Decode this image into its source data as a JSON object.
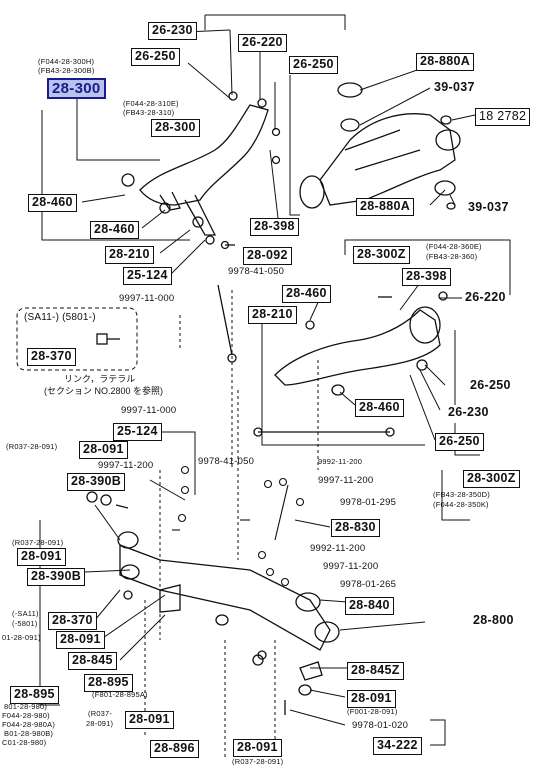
{
  "labels": {
    "l_26_230a": "26-230",
    "l_26_220a": "26-220",
    "l_26_250a": "26-250",
    "l_26_250b": "26-250",
    "l_28_300_main": "28-300",
    "l_28_300": "28-300",
    "l_28_880a_top": "28-880A",
    "l_39_037_top": "39-037",
    "l_18_2782": "18 2782",
    "l_28_460a": "28-460",
    "l_28_460b": "28-460",
    "l_28_210a": "28-210",
    "l_28_398a": "28-398",
    "l_28_880a_bot": "28-880A",
    "l_39_037_bot": "39-037",
    "l_25_124a": "25-124",
    "l_28_092": "28-092",
    "l_28_300z_top": "28-300Z",
    "l_28_398b": "28-398",
    "l_28_460c": "28-460",
    "l_26_220b": "26-220",
    "l_28_210b": "28-210",
    "l_28_370a": "28-370",
    "l_26_250c": "26-250",
    "l_28_460d": "28-460",
    "l_26_230b": "26-230",
    "l_26_250d": "26-250",
    "l_25_124b": "25-124",
    "l_28_091a": "28-091",
    "l_28_390b_a": "28-390B",
    "l_28_300z_bot": "28-300Z",
    "l_28_091b": "28-091",
    "l_28_830": "28-830",
    "l_28_390b_b": "28-390B",
    "l_28_370b": "28-370",
    "l_28_091c": "28-091",
    "l_28_840": "28-840",
    "l_28_800": "28-800",
    "l_28_845": "28-845",
    "l_28_895a": "28-895",
    "l_28_895b": "28-895",
    "l_28_845z": "28-845Z",
    "l_28_091d": "28-091",
    "l_28_091e": "28-091",
    "l_28_896": "28-896",
    "l_28_091f": "28-091",
    "l_34_222": "34-222"
  },
  "texts": {
    "t_f044_300h": "(F044-28-300H)",
    "t_fb43_300b": "(FB43-28-300B)",
    "t_f044_310e": "(F044-28-310E)",
    "t_fb43_310": "(FB43-28-310)",
    "t_9978_41_050a": "9978-41-050",
    "t_9997_11_000a": "9997-11-000",
    "t_f044_360e": "(F044-28-360E)",
    "t_fb43_360": "(FB43-28-360)",
    "t_sa11_5801": "(SA11-) (5801-)",
    "t_link_note1": "リンク，ラテラル",
    "t_link_note2": "(セクション NO.2800 を参照)",
    "t_9997_11_000b": "9997-11-000",
    "t_r037_091a": "(R037-28-091)",
    "t_9997_11_200a": "9997-11-200",
    "t_9978_41_050b": "9978-41-050",
    "t_9992_11_200a": "9992-11-200",
    "t_9997_11_200b": "9997-11-200",
    "t_9978_01_295": "9978-01-295",
    "t_fb43_350d": "(FB43-28-350D)",
    "t_f044_350k": "(F044-28-350K)",
    "t_r037_091b": "(R037-28-091)",
    "t_9992_11_200b": "9992-11-200",
    "t_9997_11_200c": "9997-11-200",
    "t_9978_01_265": "9978-01-265",
    "t_sa11": "(-SA11)",
    "t_5801": "(-5801)",
    "t_01_28_091": "01-28-091)",
    "t_f801_895a": "(F801-28-895A)",
    "t_b01_980": "801-28-980)",
    "t_044_980": "F044-28-980)",
    "t_044_980a": "F044-28-980A)",
    "t_b01_980b": "B01-28-980B)",
    "t_c01_980": "C01-28-980)",
    "t_r037": "(R037-",
    "t_28_091": "28-091)",
    "t_f001_091": "(F001-28-091)",
    "t_9978_01_020": "9978-01-020",
    "t_r037_091c": "(R037-28-091)"
  },
  "highlight_part": "28-300"
}
